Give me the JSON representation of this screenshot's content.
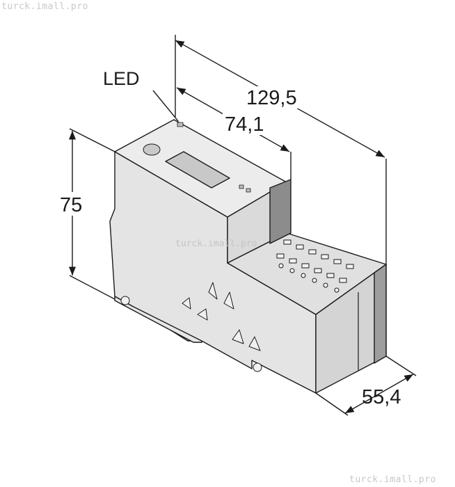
{
  "watermark": {
    "top": "turck.imall.pro",
    "middle": "turck.imall.pro",
    "bottom": "turck.imall.pro"
  },
  "labels": {
    "led": "LED"
  },
  "dimensions": {
    "overall_length": "129,5",
    "module_length": "74,1",
    "height": "75",
    "depth": "55,4"
  },
  "colors": {
    "line": "#1a1a1a",
    "body_light": "#e8e8e8",
    "body_mid": "#d2d2d2",
    "body_dark": "#a8a8a8",
    "terminal_dark": "#8c8c8c"
  }
}
